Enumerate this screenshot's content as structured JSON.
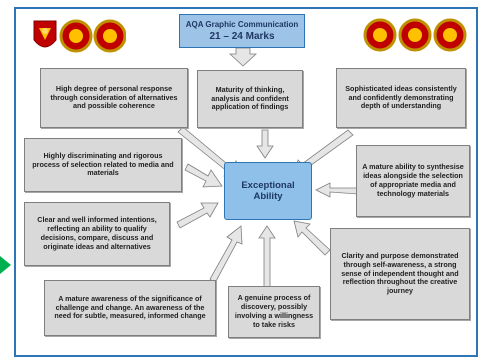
{
  "title": {
    "line1": "AQA Graphic Communication",
    "line2": "21 – 24 Marks"
  },
  "center": {
    "line1": "Exceptional",
    "line2": "Ability"
  },
  "notes": {
    "personal_response": "High degree of personal response through consideration of alternatives and possible coherence",
    "maturity": "Maturity of thinking, analysis and confident application of findings",
    "sophisticated": "Sophisticated ideas consistently and confidently demonstrating depth of understanding",
    "discriminating": "Highly discriminating and rigorous process of selection related to media and materials",
    "synthesise": "A mature ability to synthesise ideas alongside the selection of appropriate media and technology materials",
    "intentions": "Clear and well informed intentions, reflecting an ability to qualify decisions, compare, discuss and originate ideas and alternatives",
    "clarity": "Clarity and purpose demonstrated through self-awareness, a strong sense of independent thought and reflection throughout the creative journey",
    "challenge": "A mature awareness of the significance of challenge and change. An awareness of the need for subtle, measured, informed change",
    "discovery": "A genuine process of discovery, possibly involving a willingness to take risks"
  },
  "colors": {
    "frame": "#2e75b6",
    "title_fill": "#9dc3e6",
    "center_fill": "#8fc0ea",
    "note_fill": "#d9d9d9",
    "arrow_fill": "#e7e6e6",
    "side_arrow": "#00b050"
  },
  "icons": {
    "left_emblems": [
      "shield-crest-icon",
      "gold-medallion-icon",
      "gold-medallion-icon"
    ],
    "right_emblems": [
      "gold-medallion-icon",
      "gold-medallion-icon",
      "gold-medallion-icon"
    ]
  }
}
